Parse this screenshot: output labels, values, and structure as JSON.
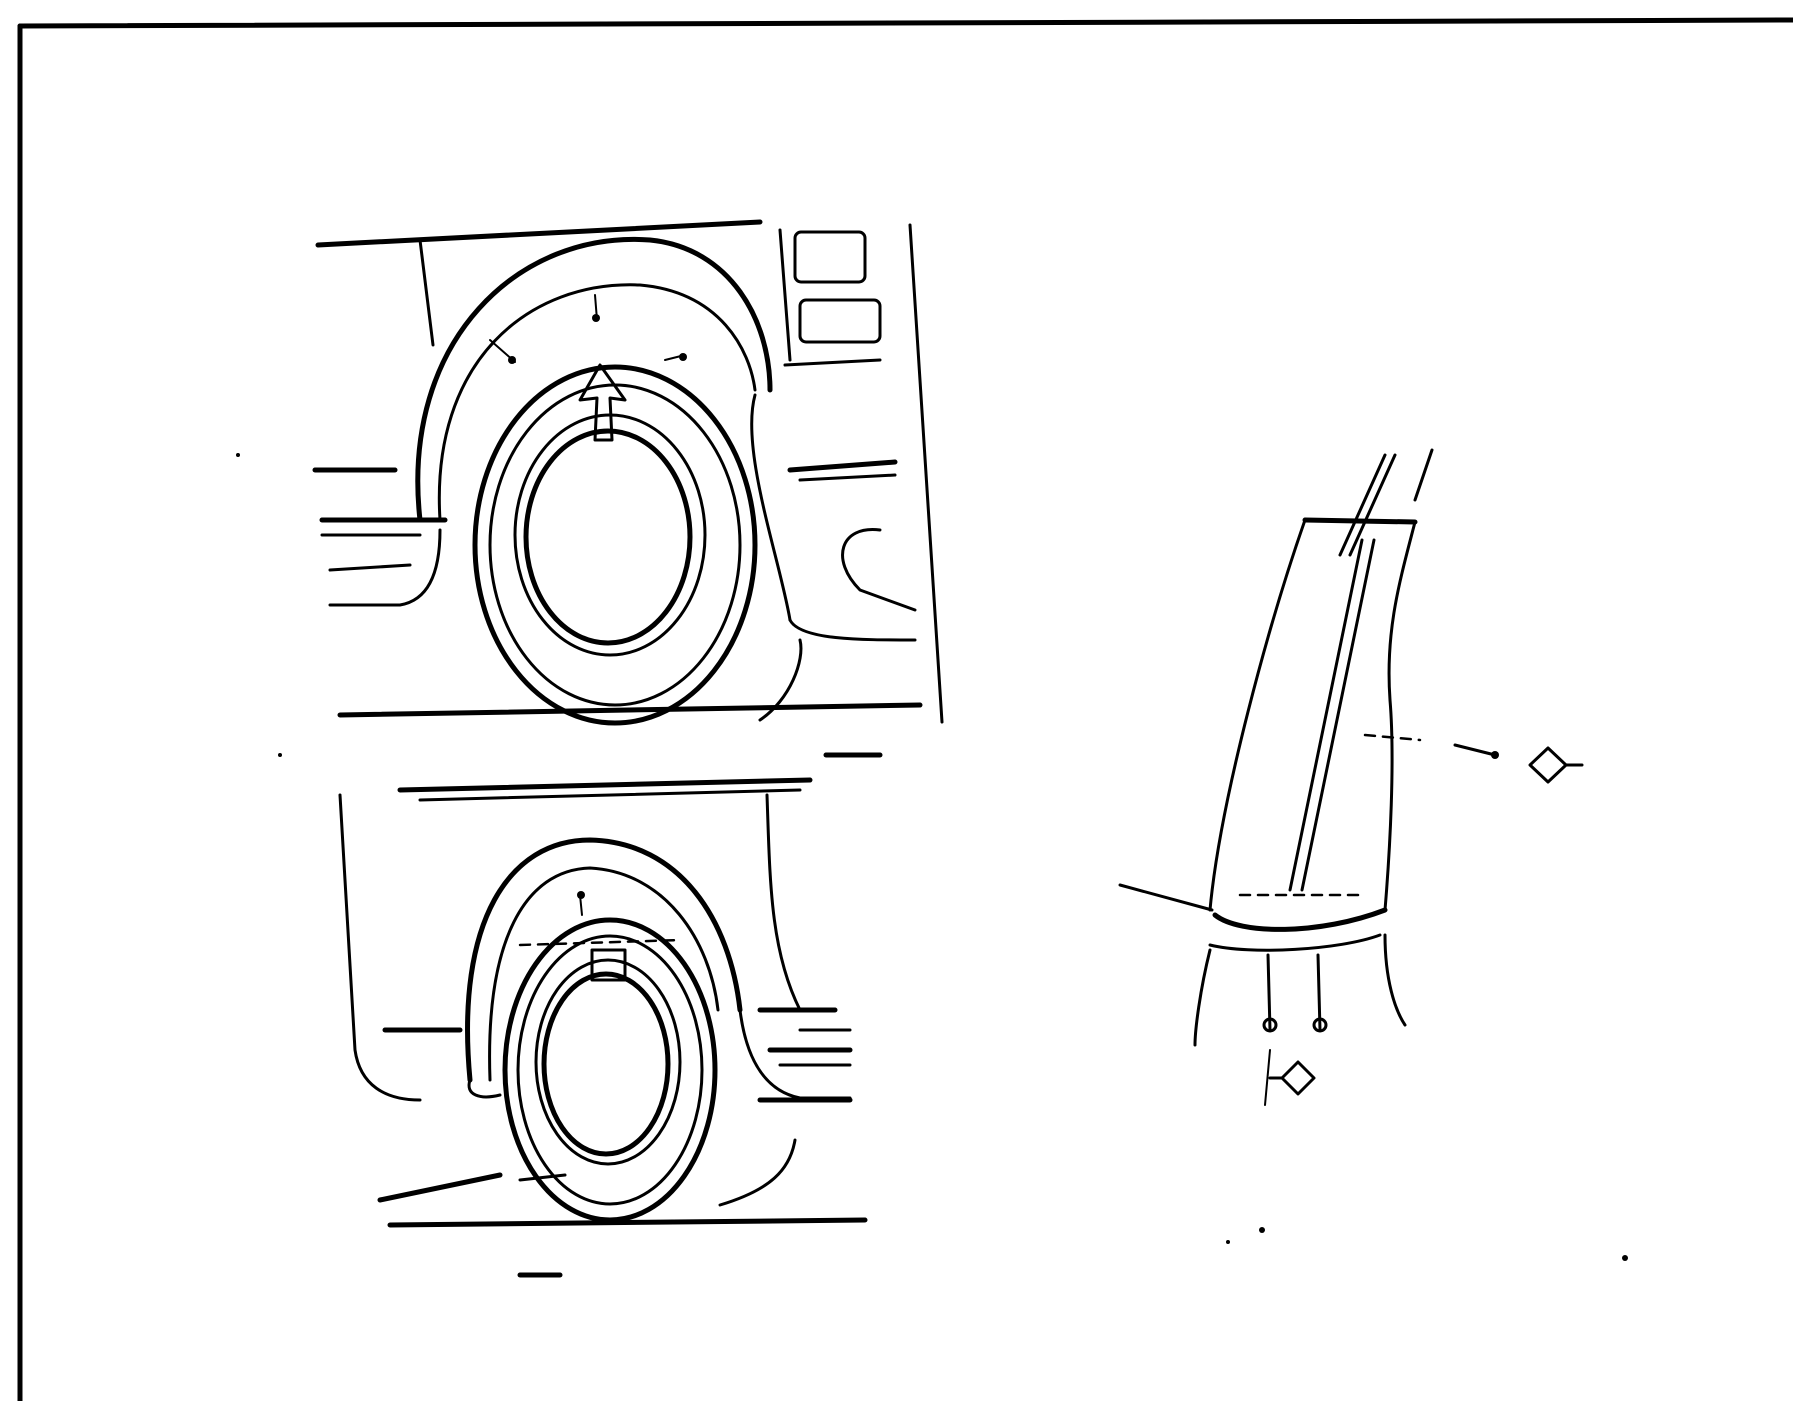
{
  "document": {
    "type": "line-drawing",
    "colors": {
      "background": "#ffffff",
      "ink": "#000000"
    },
    "icons": [
      "frame-border",
      "wheel-arch-upper-drawing",
      "wheel-arch-lower-drawing",
      "pillar-trim-drawing",
      "fastener-clip-icon"
    ]
  }
}
